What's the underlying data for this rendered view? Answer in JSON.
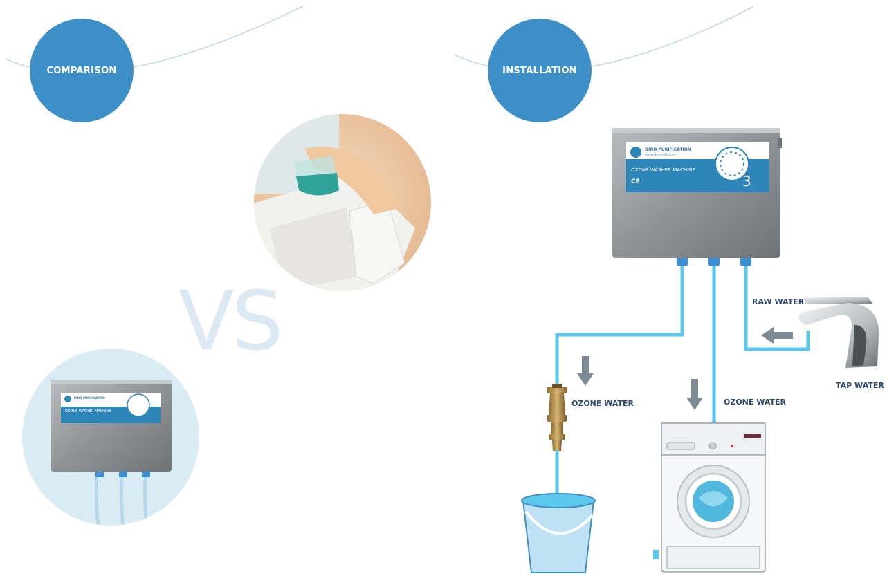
{
  "sections": {
    "comparison": "COMPARISON",
    "installation": "INSTALLATION"
  },
  "vs_text": "VS",
  "device": {
    "brand": "DINO PURIFICATION",
    "website": "www.dino-o3.com",
    "product": "OZONE WASHER MACHINE",
    "marks": "CE",
    "symbol": "3"
  },
  "small_device": {
    "brand": "DINO PURIFICATION",
    "product": "OZONE WASHER MACHINE"
  },
  "labels": {
    "raw_water": "RAW WATER",
    "tap_water": "TAP WATER",
    "ozone_water_left": "OZONE WATER",
    "ozone_water_right": "OZONE WATER"
  },
  "colors": {
    "badge": "#3c8fc7",
    "pipe": "#5cc7ec",
    "arrow": "#7d8b95",
    "label": "#2f4a6e",
    "vs": "#dce9f3"
  }
}
